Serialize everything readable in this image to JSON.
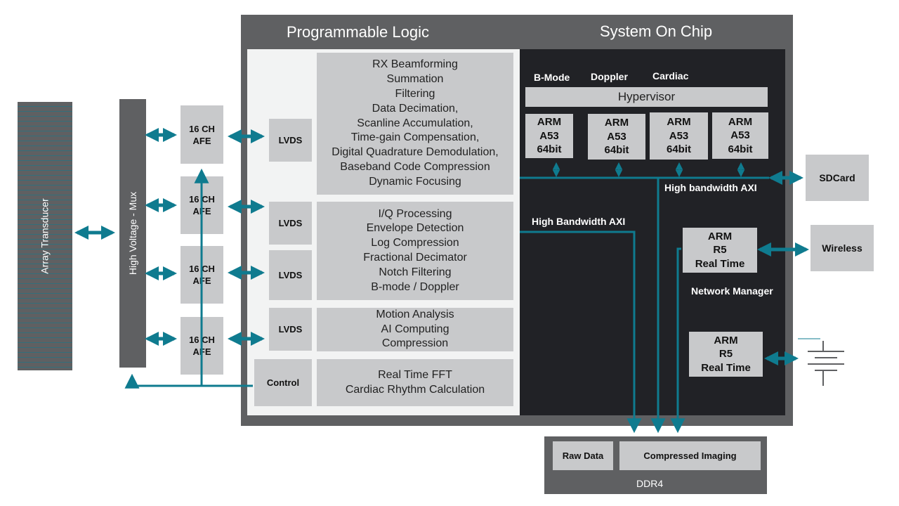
{
  "array_transducer": "Array Transducer",
  "high_voltage_mux": "High Voltage - Mux",
  "afe_blocks": [
    {
      "line1": "16 CH",
      "line2": "AFE"
    },
    {
      "line1": "16 CH",
      "line2": "AFE"
    },
    {
      "line1": "16 CH",
      "line2": "AFE"
    },
    {
      "line1": "16 CH",
      "line2": "AFE"
    }
  ],
  "programmable_logic": {
    "title": "Programmable Logic",
    "lvds_labels": [
      "LVDS",
      "LVDS",
      "LVDS",
      "LVDS"
    ],
    "control_label": "Control",
    "blocks": [
      {
        "lines": [
          "RX Beamforming",
          "Summation",
          "Filtering",
          "Data Decimation,",
          "Scanline Accumulation,",
          "Time-gain Compensation,",
          "Digital Quadrature Demodulation,",
          "Baseband Code Compression",
          "Dynamic Focusing"
        ]
      },
      {
        "lines": [
          "I/Q Processing",
          "Envelope Detection",
          "Log Compression",
          "Fractional Decimator",
          "Notch Filtering",
          "B-mode / Doppler"
        ]
      },
      {
        "lines": [
          "Motion Analysis",
          "AI Computing",
          "Compression"
        ]
      },
      {
        "lines": [
          "Real Time FFT",
          "Cardiac Rhythm Calculation"
        ]
      }
    ]
  },
  "system_on_chip": {
    "title": "System On Chip",
    "modes": [
      "B-Mode",
      "Doppler",
      "Cardiac"
    ],
    "hypervisor": "Hypervisor",
    "a53_cores": [
      {
        "l1": "ARM",
        "l2": "A53",
        "l3": "64bit"
      },
      {
        "l1": "ARM",
        "l2": "A53",
        "l3": "64bit"
      },
      {
        "l1": "ARM",
        "l2": "A53",
        "l3": "64bit"
      },
      {
        "l1": "ARM",
        "l2": "A53",
        "l3": "64bit"
      }
    ],
    "axi_right": "High bandwidth AXI",
    "axi_left": "High Bandwidth AXI",
    "r5_network": {
      "l1": "ARM",
      "l2": "R5",
      "l3": "Real Time"
    },
    "network_manager": "Network Manager",
    "r5_power": {
      "l1": "ARM",
      "l2": "R5",
      "l3": "Real Time"
    }
  },
  "peripherals": {
    "sdcard": "SDCard",
    "wireless": "Wireless"
  },
  "ddr4": {
    "label": "DDR4",
    "raw_data": "Raw Data",
    "compressed_imaging": "Compressed Imaging"
  },
  "colors": {
    "accent": "#0f7b8f",
    "frame_dark": "#5f6062",
    "block_gray": "#c8c9cb",
    "soc_black": "#212226",
    "pl_bg": "#f2f3f3"
  }
}
